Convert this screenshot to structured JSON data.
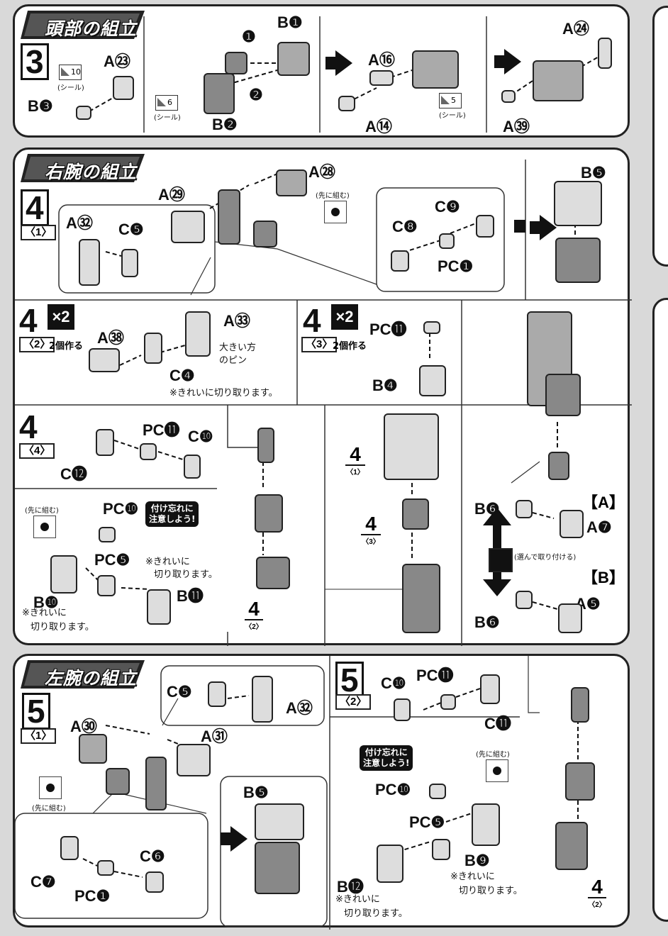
{
  "sections": {
    "head": {
      "title": "頭部の組立"
    },
    "right_arm": {
      "title": "右腕の組立"
    },
    "left_arm": {
      "title": "左腕の組立"
    }
  },
  "steps": {
    "s3": {
      "num": "3"
    },
    "s4_1": {
      "num": "4",
      "sub": "〈1〉"
    },
    "s4_2": {
      "num": "4",
      "sub": "〈2〉",
      "times": "×2",
      "make": "2個作る"
    },
    "s4_3": {
      "num": "4",
      "sub": "〈3〉",
      "times": "×2",
      "make": "2個作る"
    },
    "s4_4": {
      "num": "4",
      "sub": "〈4〉"
    },
    "s5_1": {
      "num": "5",
      "sub": "〈1〉"
    },
    "s5_2": {
      "num": "5",
      "sub": "〈2〉"
    }
  },
  "labels": {
    "B1": "B❶",
    "A23": "A㉓",
    "B3": "B❸",
    "B2": "B❷",
    "A16": "A⑯",
    "A14": "A⑭",
    "A24": "A㉔",
    "A39": "A㊴",
    "A28": "A㉘",
    "A29": "A㉙",
    "A32": "A㉜",
    "C5": "C❺",
    "C9": "C❾",
    "C8": "C❽",
    "PC1": "PC❶",
    "B5": "B❺",
    "A33": "A㉝",
    "A38": "A㊳",
    "C4": "C❹",
    "PC11": "PC⓫",
    "B4": "B❹",
    "PC11b": "PC⓫",
    "C10": "C❿",
    "C12": "C⓬",
    "PC10": "PC❿",
    "PC5": "PC❺",
    "B10": "B❿",
    "B11": "B⓫",
    "B6a": "B❻",
    "A7": "A❼",
    "B6b": "B❻",
    "A5": "A❺",
    "bracketA": "【A】",
    "bracketB": "【B】",
    "C5b": "C❺",
    "A32b": "A㉜",
    "A30": "A㉚",
    "A31": "A㉛",
    "B5b": "B❺",
    "C7": "C❼",
    "C6": "C❻",
    "PC1b": "PC❶",
    "C10b": "C❿",
    "PC11c": "PC⓫",
    "C11": "C⓫",
    "PC10b": "PC❿",
    "PC5b": "PC❺",
    "B9": "B❾",
    "B12": "B⓬"
  },
  "notes": {
    "seal": "(シール)",
    "seal10": "10",
    "seal6": "6",
    "seal5": "5",
    "first": "(先に組む)",
    "bigpin_1": "大きい方",
    "bigpin_2": "のピン",
    "cleancut": "※きれいに切り取ります。",
    "cleancut_1": "※きれいに",
    "cleancut_2": "切り取ります。",
    "warn_1": "付け忘れに",
    "warn_2": "注意しよう!",
    "choose": "(選んで取り付ける)",
    "ref41": "4",
    "ref41s": "〈1〉",
    "ref43": "4",
    "ref43s": "〈3〉",
    "ref42": "4",
    "ref42s": "〈2〉"
  },
  "arrows": {
    "one": "❶",
    "two": "❷"
  }
}
